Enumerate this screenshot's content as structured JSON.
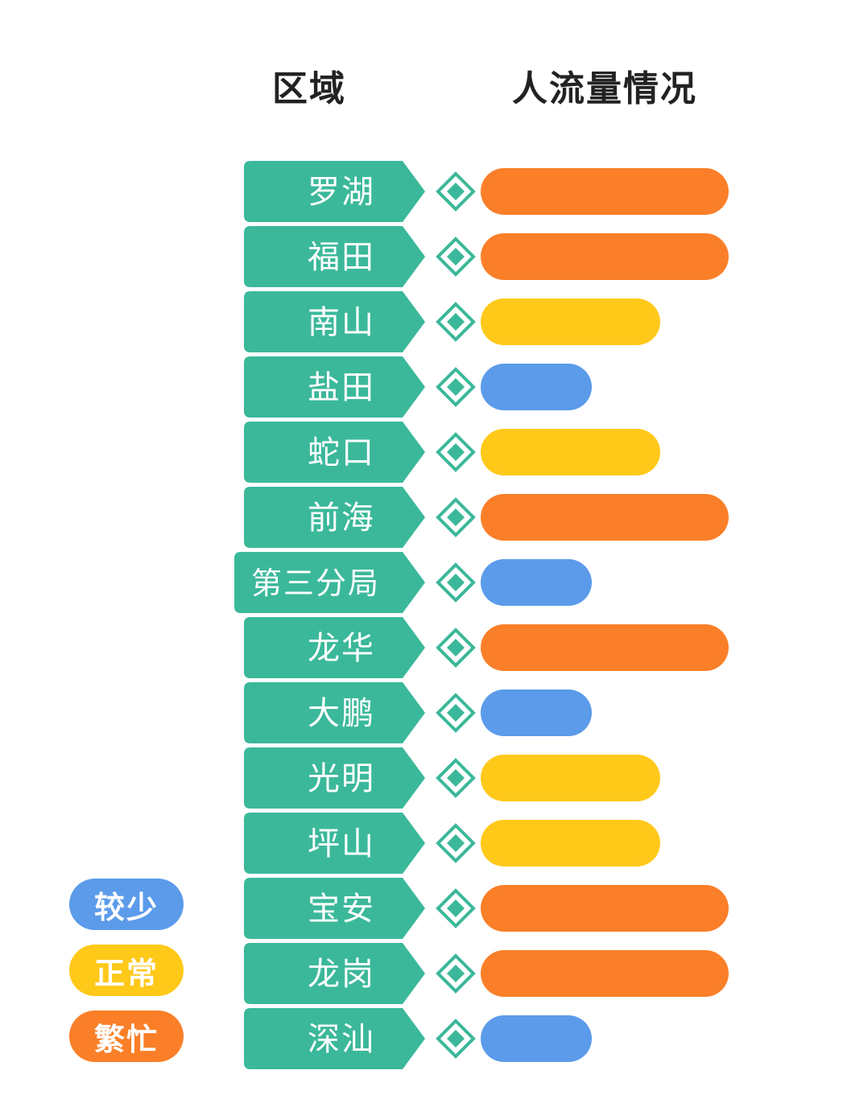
{
  "header": {
    "region_label": "区域",
    "flow_label": "人流量情况"
  },
  "colors": {
    "tag_fill": "#3bb89a",
    "diamond": "#3bb89a",
    "low": "#5b9bea",
    "normal": "#ffc91a",
    "busy": "#fa7f28"
  },
  "legend": [
    {
      "key": "low",
      "label": "较少",
      "color": "#5b9bea"
    },
    {
      "key": "normal",
      "label": "正常",
      "color": "#ffc91a"
    },
    {
      "key": "busy",
      "label": "繁忙",
      "color": "#fa7f28"
    }
  ],
  "chart_data": {
    "type": "bar",
    "orientation": "horizontal",
    "xlabel": "人流量情况",
    "ylabel": "区域",
    "categories": [
      "罗湖",
      "福田",
      "南山",
      "盐田",
      "蛇口",
      "前海",
      "第三分局",
      "龙华",
      "大鹏",
      "光明",
      "坪山",
      "宝安",
      "龙岗",
      "深汕"
    ],
    "levels": [
      "繁忙",
      "繁忙",
      "正常",
      "较少",
      "正常",
      "繁忙",
      "较少",
      "繁忙",
      "较少",
      "正常",
      "正常",
      "繁忙",
      "繁忙",
      "较少"
    ],
    "values": [
      3,
      3,
      2,
      1,
      2,
      3,
      1,
      3,
      1,
      2,
      2,
      3,
      3,
      1
    ],
    "level_scale": {
      "1": "较少",
      "2": "正常",
      "3": "繁忙"
    },
    "legend_position": "bottom-left",
    "grid": false
  }
}
